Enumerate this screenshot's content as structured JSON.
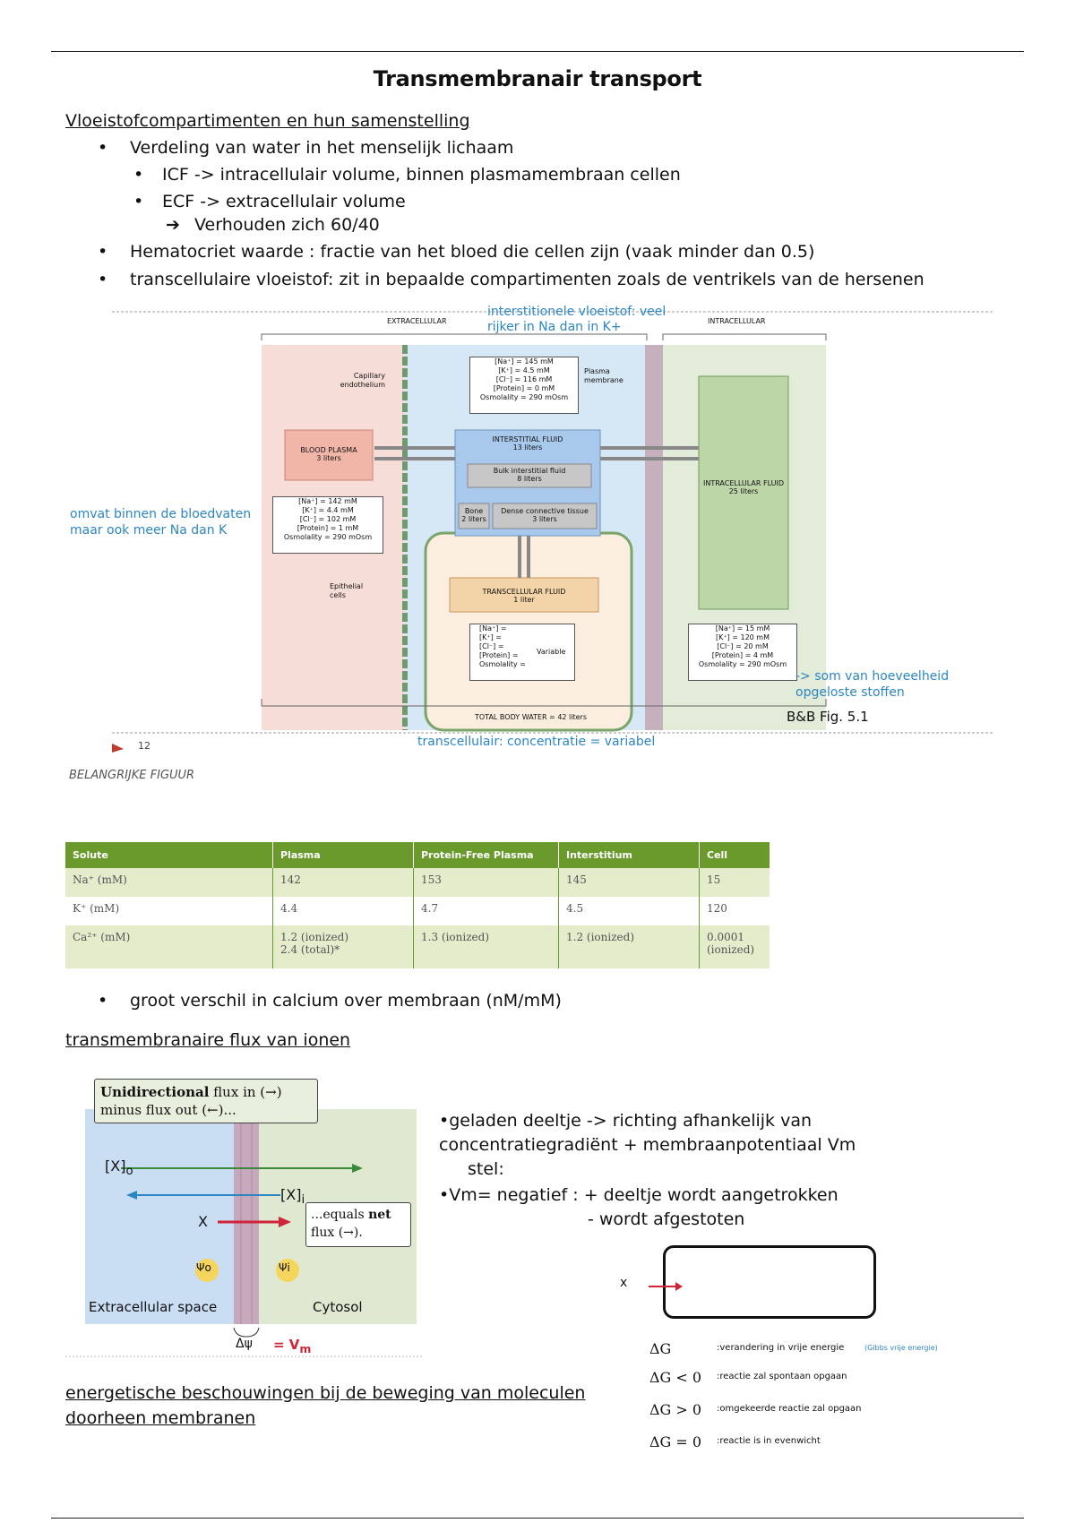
{
  "title": "Transmembranair transport",
  "section1": {
    "heading": "Vloeistofcompartimenten en hun samenstelling",
    "b1": "Verdeling van water in het menselijk lichaam",
    "b1_1": "ICF -> intracellulair volume, binnen plasmamembraan cellen",
    "b1_2": "ECF -> extracellulair volume",
    "b1_arrow": "Verhouden zich 60/40",
    "b2": "Hematocriet waarde : fractie van het bloed die cellen zijn (vaak minder dan 0.5)",
    "b3": "transcellulaire vloeistof: zit in bepaalde compartimenten zoals de ventrikels van de hersenen"
  },
  "figure": {
    "note_top": "interstitionele vloeistof: veel rijker in Na dan in K+",
    "note_left": "omvat binnen de bloedvaten maar ook meer Na dan K",
    "note_right": "-> som van hoeveelheid opgeloste stoffen",
    "note_bottom": "transcellulair: concentratie = variabel",
    "ref": "B&B Fig. 5.1",
    "page_num": "12",
    "extracellular": "EXTRACELLULAR",
    "intracellular": "INTRACELLULAR",
    "capillary": "Capillary endothelium",
    "plasma_membrane": "Plasma membrane",
    "epithelial": "Epithelial cells",
    "blood_plasma": "BLOOD PLASMA",
    "blood_plasma_vol": "3 liters",
    "interstitial": "INTERSTITIAL FLUID",
    "interstitial_vol": "13 liters",
    "bulk": "Bulk interstitial fluid",
    "bulk_vol": "8 liters",
    "bone": "Bone",
    "bone_vol": "2 liters",
    "dense": "Dense connective tissue",
    "dense_vol": "3 liters",
    "intracellular_fluid": "INTRACELLULAR FLUID",
    "intracellular_vol": "25 liters",
    "transcellular": "TRANSCELLULAR FLUID",
    "transcellular_vol": "1 liter",
    "total": "TOTAL BODY WATER = 42 liters",
    "variable": "Variable",
    "conc_interstitial": [
      "[Na⁺] = 145 mM",
      "[K⁺] = 4.5 mM",
      "[Cl⁻] = 116 mM",
      "[Protein] = 0 mM",
      "Osmolality = 290 mOsm"
    ],
    "conc_plasma": [
      "[Na⁺] = 142 mM",
      "[K⁺] = 4.4 mM",
      "[Cl⁻] = 102 mM",
      "[Protein] = 1 mM",
      "Osmolality = 290 mOsm"
    ],
    "conc_intra": [
      "[Na⁺] = 15 mM",
      "[K⁺] = 120 mM",
      "[Cl⁻] = 20 mM",
      "[Protein] = 4 mM",
      "Osmolality = 290 mOsm"
    ],
    "conc_trans": [
      "[Na⁺] =",
      "[K⁺] =",
      "[Cl⁻] =",
      "[Protein] =",
      "Osmolality ="
    ]
  },
  "caption": "BELANGRIJKE FIGUUR",
  "table": {
    "headers": [
      "Solute",
      "Plasma",
      "Protein-Free Plasma",
      "Interstitium",
      "Cell"
    ],
    "rows": [
      [
        "Na⁺ (mM)",
        "142",
        "153",
        "145",
        "15"
      ],
      [
        "K⁺ (mM)",
        "4.4",
        "4.7",
        "4.5",
        "120"
      ],
      [
        "Ca²⁺ (mM)",
        "1.2 (ionized)",
        "1.3 (ionized)",
        "1.2 (ionized)",
        "0.0001 (ionized)"
      ]
    ],
    "row3_extra": "2.4 (total)*"
  },
  "b_calcium": "groot verschil in calcium over membraan (nM/mM)",
  "section2": {
    "heading": "transmembranaire flux van ionen",
    "flux_box1_bold": "Unidirectional",
    "flux_box1_rest": " flux in (→)",
    "flux_box1_line2": "minus flux out (←)...",
    "xo": "[X]",
    "xo_sub": "o",
    "xi": "[X]",
    "xi_sub": "i",
    "x": "X",
    "equals": "...equals ",
    "equals_bold": "net",
    "equals_line2": "flux (→).",
    "psi_o": "Ψo",
    "psi_i": "Ψi",
    "extracellular_space": "Extracellular space",
    "cytosol": "Cytosol",
    "delta_psi": "Δψ",
    "vm": "= V",
    "vm_sub": "m",
    "text1": "•geladen deeltje -> richting afhankelijk van",
    "text2": "concentratiegradiënt + membraanpotentiaal Vm",
    "text3": "stel:",
    "text4": "•Vm= negatief : + deeltje wordt aangetrokken",
    "text5": "- wordt afgestoten",
    "x_small": "x"
  },
  "section3": {
    "heading_line1": "energetische beschouwingen bij de beweging van moleculen",
    "heading_line2": "doorheen membranen"
  },
  "dg": [
    {
      "sym": "ΔG",
      "desc": ":verandering in vrije energie",
      "note": "(Gibbs vrije energie)"
    },
    {
      "sym": "ΔG < 0",
      "desc": ":reactie zal spontaan opgaan",
      "note": ""
    },
    {
      "sym": "ΔG > 0",
      "desc": ":omgekeerde reactie zal opgaan",
      "note": ""
    },
    {
      "sym": "ΔG = 0",
      "desc": ":reactie is in evenwicht",
      "note": ""
    }
  ],
  "colors": {
    "green": "#6a9a2c",
    "blue_note": "#2d86c4",
    "red": "#d0243a"
  }
}
